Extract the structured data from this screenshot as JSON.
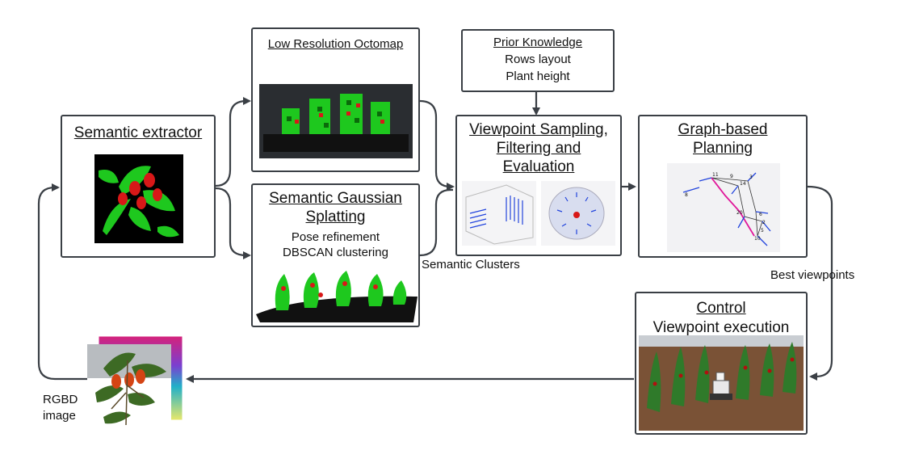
{
  "boxes": {
    "semantic_extractor": {
      "title": "Semantic extractor"
    },
    "octomap": {
      "title": "Low Resolution Octomap"
    },
    "gaussian": {
      "title_line1": "Semantic Gaussian",
      "title_line2": "Splatting",
      "line1": "Pose refinement",
      "line2": "DBSCAN clustering"
    },
    "prior": {
      "title": "Prior Knowledge",
      "line1": "Rows layout",
      "line2": "Plant height"
    },
    "viewpoint": {
      "title_line1": "Viewpoint Sampling,",
      "title_line2": "Filtering and",
      "title_line3": "Evaluation"
    },
    "graph": {
      "title_line1": "Graph-based",
      "title_line2": "Planning"
    },
    "control": {
      "title": "Control",
      "subtitle": "Viewpoint execution"
    }
  },
  "edge_labels": {
    "semantic_clusters": "Semantic Clusters",
    "best_viewpoints": "Best viewpoints",
    "rgbd_line1": "RGBD",
    "rgbd_line2": "image"
  },
  "graph_nodes": [
    "11",
    "9",
    "14",
    "3",
    "8",
    "20",
    "6",
    "2",
    "5",
    "10"
  ],
  "colors": {
    "box_border": "#3a3f45",
    "plant_green": "#1ec81e",
    "pepper_red": "#d81818",
    "arrow": "#3a3f45"
  }
}
